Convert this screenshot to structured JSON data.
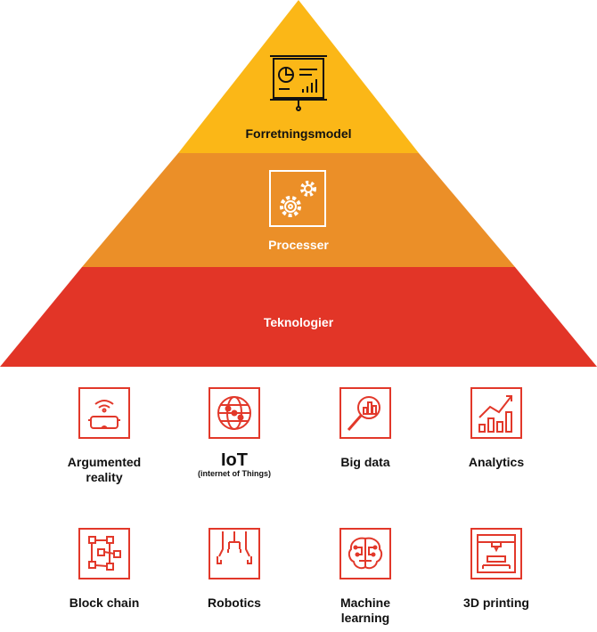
{
  "pyramid": {
    "levels": [
      {
        "label": "Forretningsmodel",
        "color": "#fbb717",
        "icon": "presentation-board-icon"
      },
      {
        "label": "Processer",
        "color": "#eb8f28",
        "icon": "gears-icon"
      },
      {
        "label": "Teknologier",
        "color": "#e23527"
      }
    ]
  },
  "technologies": [
    {
      "label": "Argumented reality",
      "line1": "Argumented",
      "line2": "reality",
      "icon": "vr-headset-icon"
    },
    {
      "label": "IoT",
      "sub": "(internet of Things)",
      "icon": "globe-network-icon"
    },
    {
      "label": "Big data",
      "icon": "magnifier-chart-icon"
    },
    {
      "label": "Analytics",
      "icon": "growth-chart-icon"
    },
    {
      "label": "Block chain",
      "icon": "block-chain-icon"
    },
    {
      "label": "Robotics",
      "icon": "robot-arms-icon"
    },
    {
      "label": "Machine learning",
      "line1": "Machine",
      "line2": "learning",
      "icon": "brain-circuit-icon"
    },
    {
      "label": "3D printing",
      "icon": "3d-printer-icon"
    }
  ],
  "colors": {
    "accent": "#e2382a",
    "text": "#111111"
  }
}
